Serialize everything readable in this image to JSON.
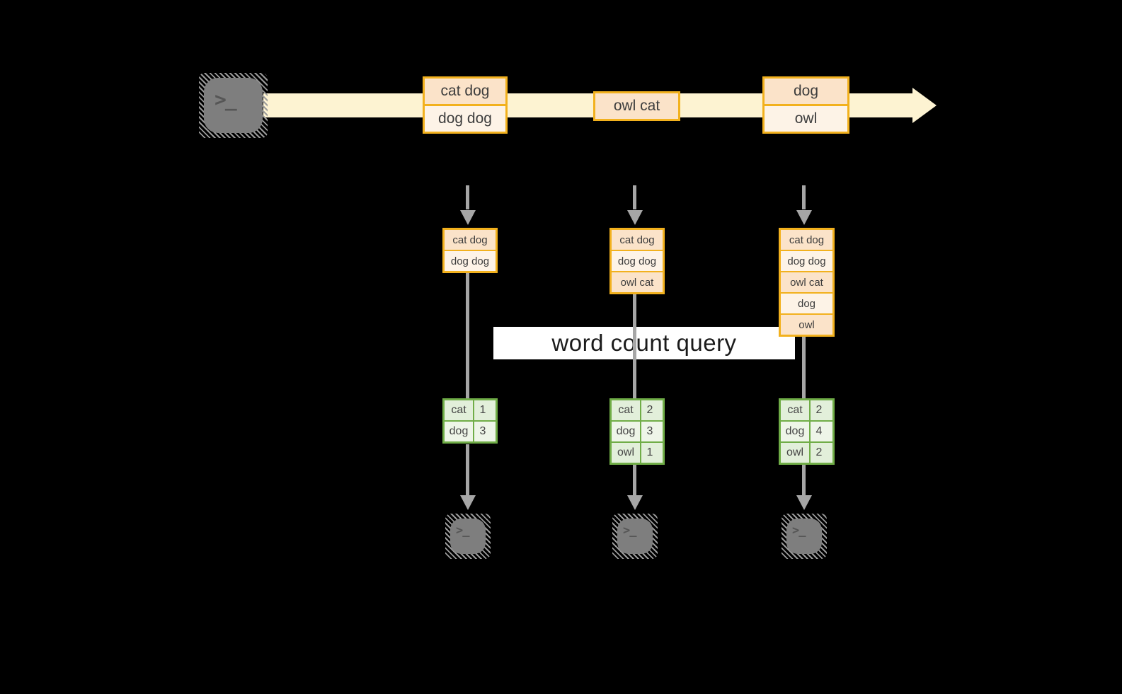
{
  "banner_label": "word count query",
  "stream_batches": [
    [
      "cat dog",
      "dog dog"
    ],
    [
      "owl cat"
    ],
    [
      "dog",
      "owl"
    ]
  ],
  "state_tables": [
    [
      "cat dog",
      "dog dog"
    ],
    [
      "cat dog",
      "dog dog",
      "owl cat"
    ],
    [
      "cat dog",
      "dog dog",
      "owl cat",
      "dog",
      "owl"
    ]
  ],
  "count_tables": [
    [
      [
        "cat",
        "1"
      ],
      [
        "dog",
        "3"
      ]
    ],
    [
      [
        "cat",
        "2"
      ],
      [
        "dog",
        "3"
      ],
      [
        "owl",
        "1"
      ]
    ],
    [
      [
        "cat",
        "2"
      ],
      [
        "dog",
        "4"
      ],
      [
        "owl",
        "2"
      ]
    ]
  ],
  "icons": {
    "source": "terminal-icon",
    "sinks": [
      "terminal-icon",
      "terminal-icon",
      "terminal-icon"
    ],
    "terminal_glyph": ">_"
  },
  "colors": {
    "background": "#000000",
    "stream_band": "#fdf3d2",
    "gold_border": "#f2b11e",
    "peach_fill": "#fbe3c9",
    "cream_fill": "#fdf3e7",
    "green_border": "#70ad47",
    "green_fill": "#e2efda",
    "green_fill_alt": "#eef5e8",
    "arrow_gray": "#a6a6a6",
    "terminal_gray": "#7e7e7e",
    "banner_bg": "#ffffff"
  }
}
